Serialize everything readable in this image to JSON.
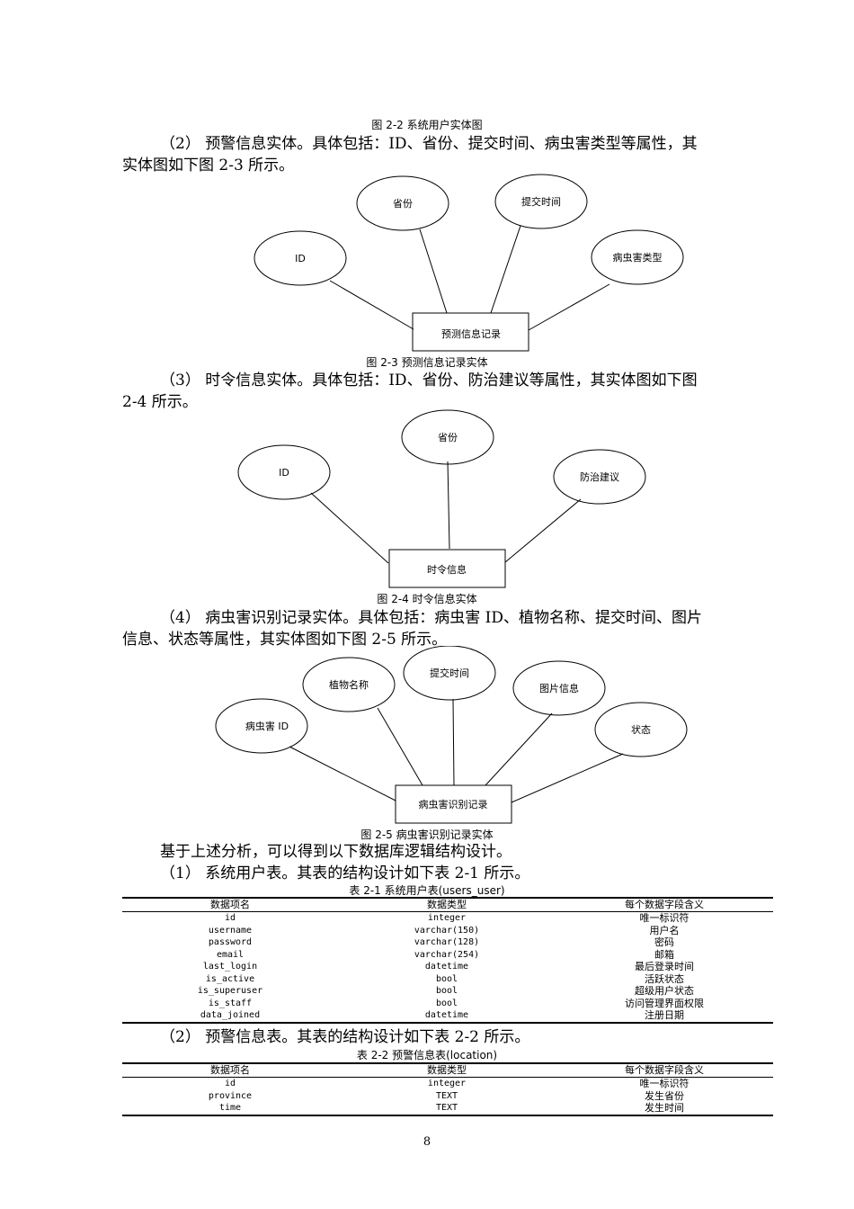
{
  "captions": {
    "fig2_2": "图 2-2 系统用户实体图",
    "fig2_3": "图 2-3 预测信息记录实体",
    "fig2_4": "图 2-4 时令信息实体",
    "fig2_5": "图 2-5 病虫害识别记录实体",
    "table2_1": "表 2-1 系统用户表(users_user)",
    "table2_2": "表 2-2 预警信息表(location)"
  },
  "paragraphs": {
    "p2_line1": "（2）  预警信息实体。具体包括：ID、省份、提交时间、病虫害类型等属性，其",
    "p2_line2": "实体图如下图 2-3 所示。",
    "p3_line1": "（3）  时令信息实体。具体包括：ID、省份、防治建议等属性，其实体图如下图",
    "p3_line2": "2-4 所示。",
    "p4_line1": "（4）  病虫害识别记录实体。具体包括：病虫害 ID、植物名称、提交时间、图片",
    "p4_line2": "信息、状态等属性，其实体图如下图 2-5 所示。",
    "p5": "基于上述分析，可以得到以下数据库逻辑结构设计。",
    "p6": "（1）  系统用户表。其表的结构设计如下表 2-1 所示。",
    "p7": "（2）  预警信息表。其表的结构设计如下表 2-2 所示。"
  },
  "diagram2_3": {
    "entity": "预测信息记录",
    "attributes": [
      "ID",
      "省份",
      "提交时间",
      "病虫害类型"
    ]
  },
  "diagram2_4": {
    "entity": "时令信息",
    "attributes": [
      "ID",
      "省份",
      "防治建议"
    ]
  },
  "diagram2_5": {
    "entity": "病虫害识别记录",
    "attributes": [
      "病虫害 ID",
      "植物名称",
      "提交时间",
      "图片信息",
      "状态"
    ]
  },
  "table_headers": [
    "数据项名",
    "数据类型",
    "每个数据字段含义"
  ],
  "table2_1_rows": [
    [
      "id",
      "integer",
      "唯一标识符"
    ],
    [
      "username",
      "varchar(150)",
      "用户名"
    ],
    [
      "password",
      "varchar(128)",
      "密码"
    ],
    [
      "email",
      "varchar(254)",
      "邮箱"
    ],
    [
      "last_login",
      "datetime",
      "最后登录时间"
    ],
    [
      "is_active",
      "bool",
      "活跃状态"
    ],
    [
      "is_superuser",
      "bool",
      "超级用户状态"
    ],
    [
      "is_staff",
      "bool",
      "访问管理界面权限"
    ],
    [
      "data_joined",
      "datetime",
      "注册日期"
    ]
  ],
  "table2_2_rows": [
    [
      "id",
      "integer",
      "唯一标识符"
    ],
    [
      "province",
      "TEXT",
      "发生省份"
    ],
    [
      "time",
      "TEXT",
      "发生时间"
    ]
  ],
  "page_number": "8"
}
